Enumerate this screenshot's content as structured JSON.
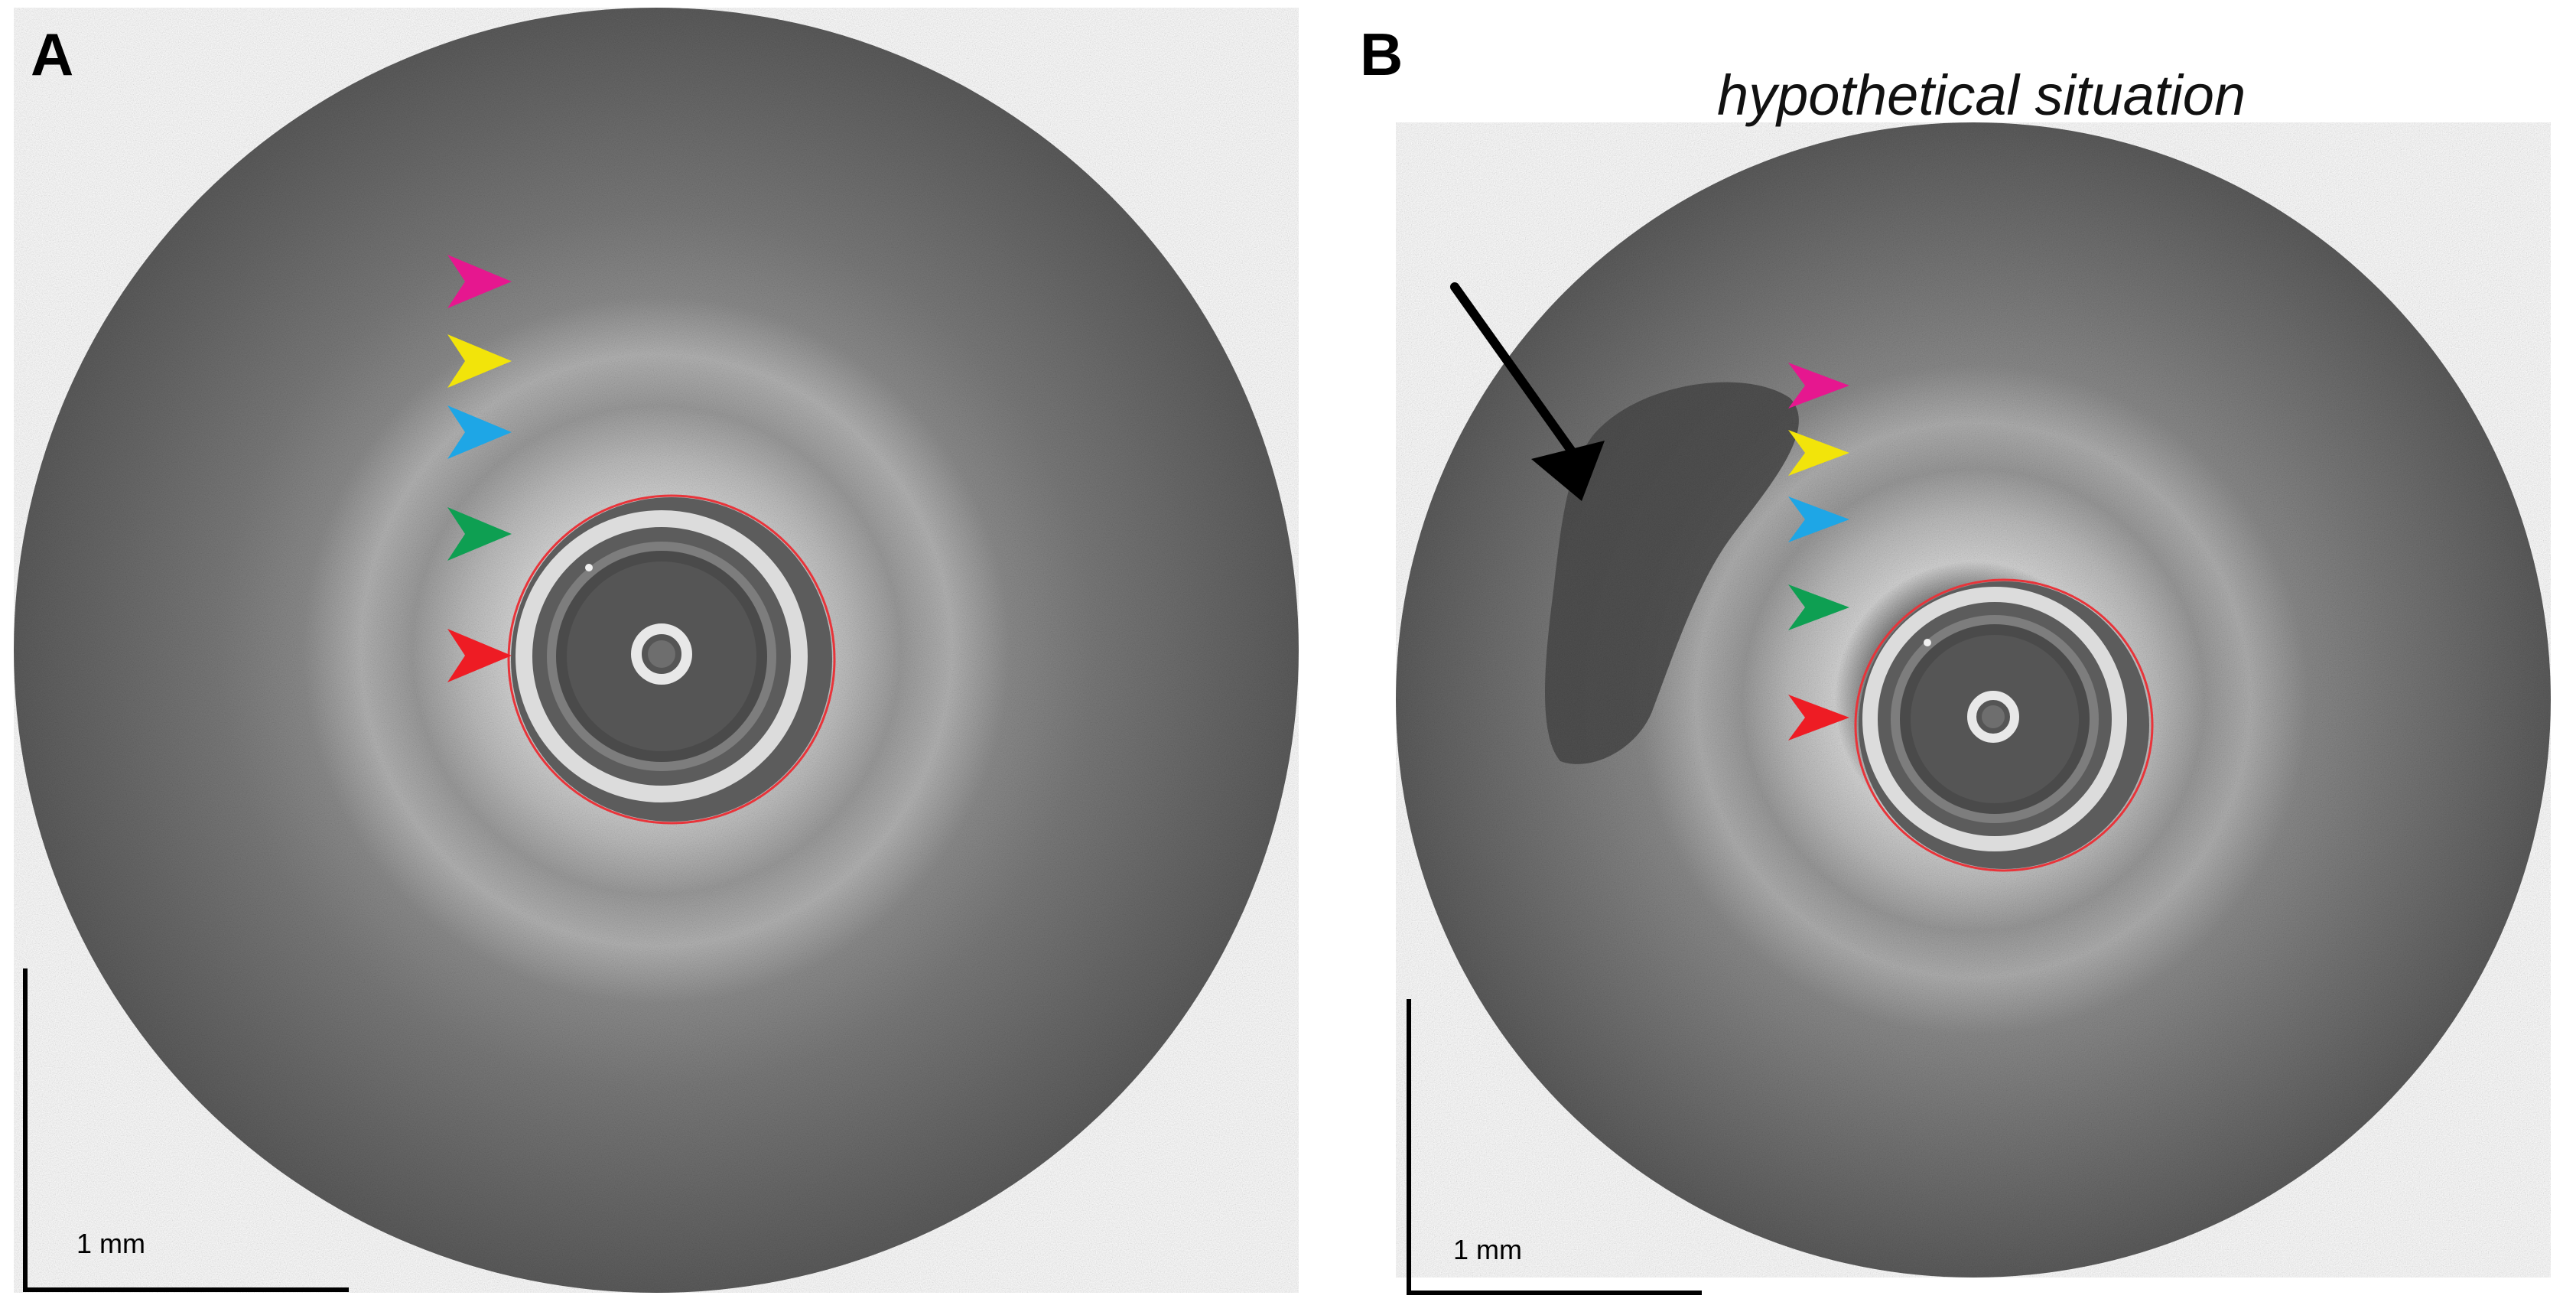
{
  "panels": [
    {
      "label": "A",
      "caption": "",
      "scale_bar": "1 mm",
      "markers": [
        "magenta",
        "yellow",
        "blue",
        "green",
        "red"
      ]
    },
    {
      "label": "B",
      "caption": "hypothetical situation",
      "scale_bar": "1 mm",
      "markers": [
        "magenta",
        "yellow",
        "blue",
        "green",
        "red"
      ],
      "annotation": "black-arrow"
    }
  ],
  "colors": {
    "magenta": "#e6178f",
    "yellow": "#f2e40a",
    "blue": "#1ea6e6",
    "green": "#0e9f52",
    "red": "#ee1c24",
    "lumen_outline": "#e8343a"
  }
}
